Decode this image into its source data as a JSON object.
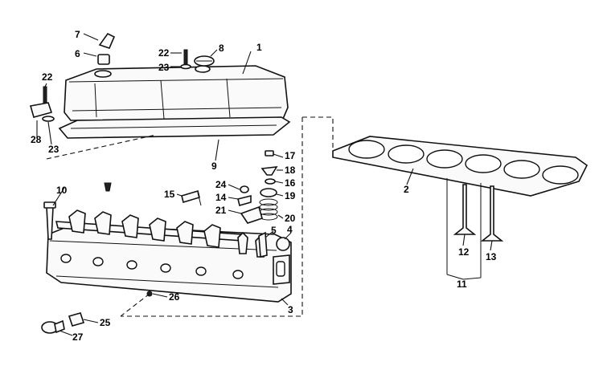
{
  "callouts": {
    "c1": "1",
    "c2": "2",
    "c3": "3",
    "c4": "4",
    "c5": "5",
    "c6": "6",
    "c7": "7",
    "c8": "8",
    "c9": "9",
    "c10": "10",
    "c11": "11",
    "c12": "12",
    "c13": "13",
    "c14": "14",
    "c15": "15",
    "c16": "16",
    "c17": "17",
    "c18": "18",
    "c19": "19",
    "c20": "20",
    "c21": "21",
    "c22a": "22",
    "c22b": "22",
    "c23a": "23",
    "c23b": "23",
    "c24": "24",
    "c25": "25",
    "c26": "26",
    "c27": "27",
    "c28": "28"
  },
  "colors": {
    "ink": "#111111",
    "paper": "#ffffff"
  }
}
